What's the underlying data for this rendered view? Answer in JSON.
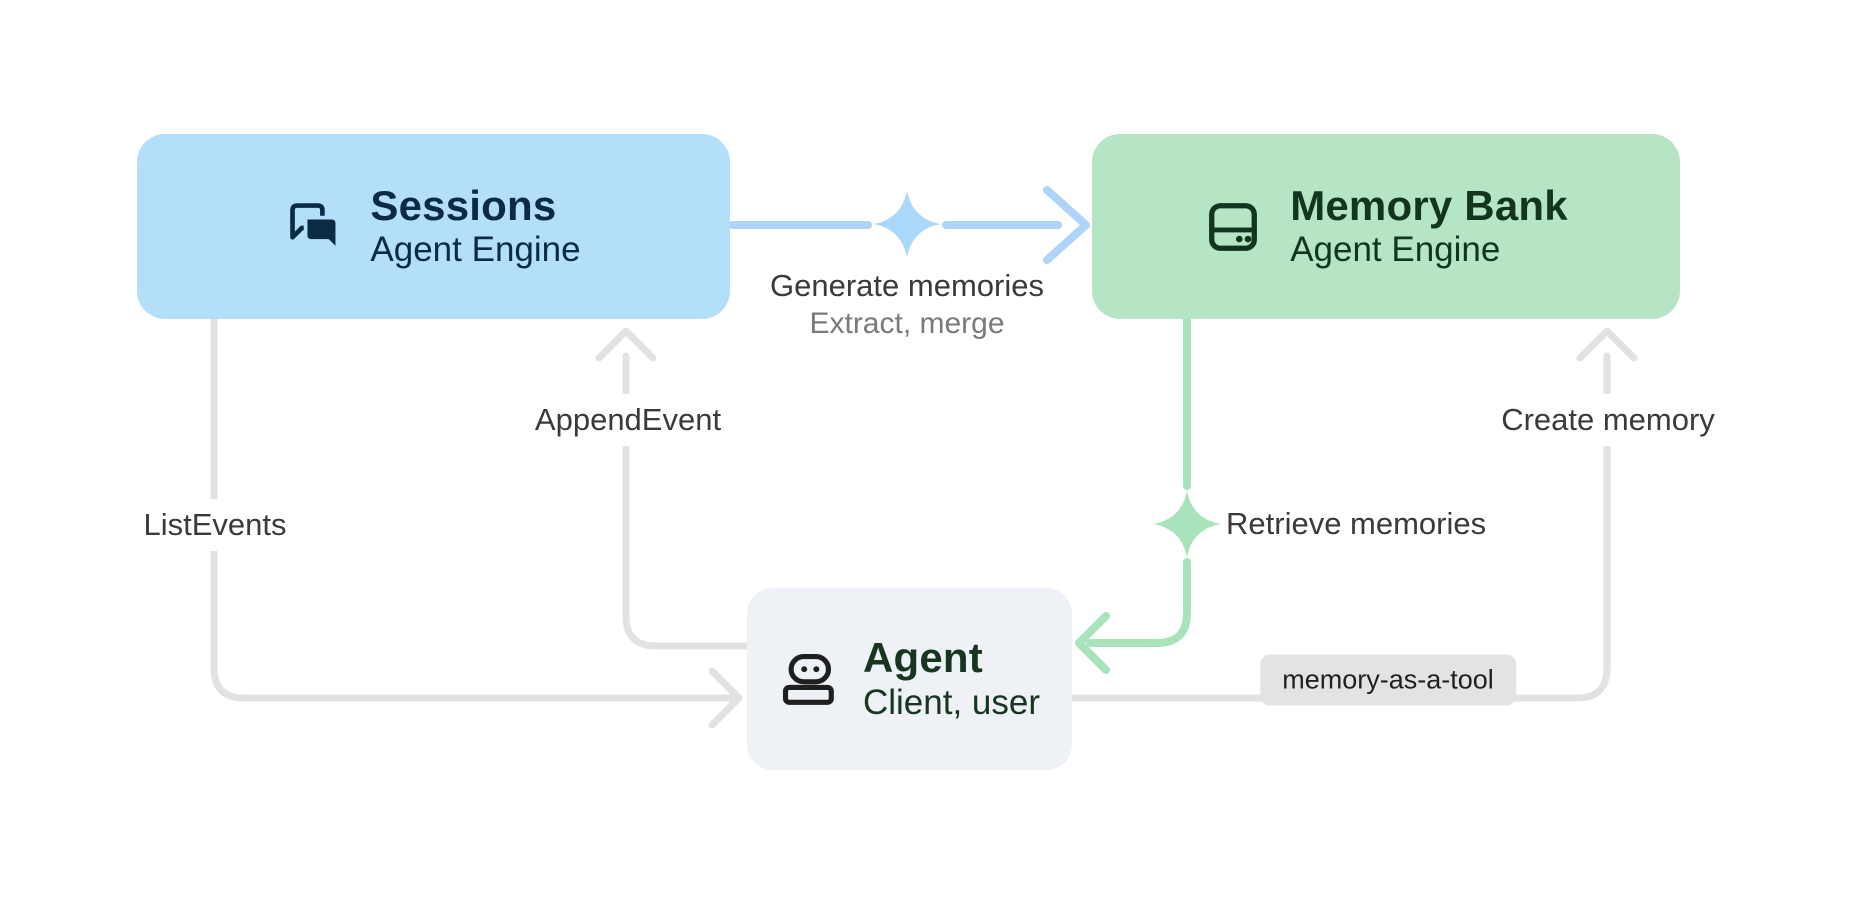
{
  "canvas": {
    "background": "#ffffff"
  },
  "nodes": {
    "sessions": {
      "title": "Sessions",
      "subtitle": "Agent Engine",
      "bg": "#b3dffa",
      "fg": "#0b2b45"
    },
    "memory_bank": {
      "title": "Memory Bank",
      "subtitle": "Agent Engine",
      "bg": "#b6e5c5",
      "fg": "#123520"
    },
    "agent": {
      "title": "Agent",
      "subtitle": "Client, user",
      "bg": "#eef1f5",
      "fg": "#17351f",
      "icon_color": "#1f1f1f"
    }
  },
  "edges": {
    "generate_memories": {
      "label": "Generate memories",
      "sublabel": "Extract, merge",
      "color": "#aed5f8",
      "sparkle_color": "#a9d8f9"
    },
    "append_event": {
      "label": "AppendEvent",
      "color": "#e2e2e2"
    },
    "list_events": {
      "label": "ListEvents",
      "color": "#e2e2e2"
    },
    "retrieve_memories": {
      "label": "Retrieve memories",
      "color": "#a9e3bb",
      "sparkle_color": "#a9e3bb"
    },
    "create_memory": {
      "label": "Create memory",
      "color": "#e2e2e2"
    }
  },
  "badge": {
    "label": "memory-as-a-tool",
    "bg": "#e3e3e3",
    "fg": "#212121"
  },
  "text": {
    "label_color": "#3a3a3a",
    "sublabel_color": "#7a7a7a"
  }
}
